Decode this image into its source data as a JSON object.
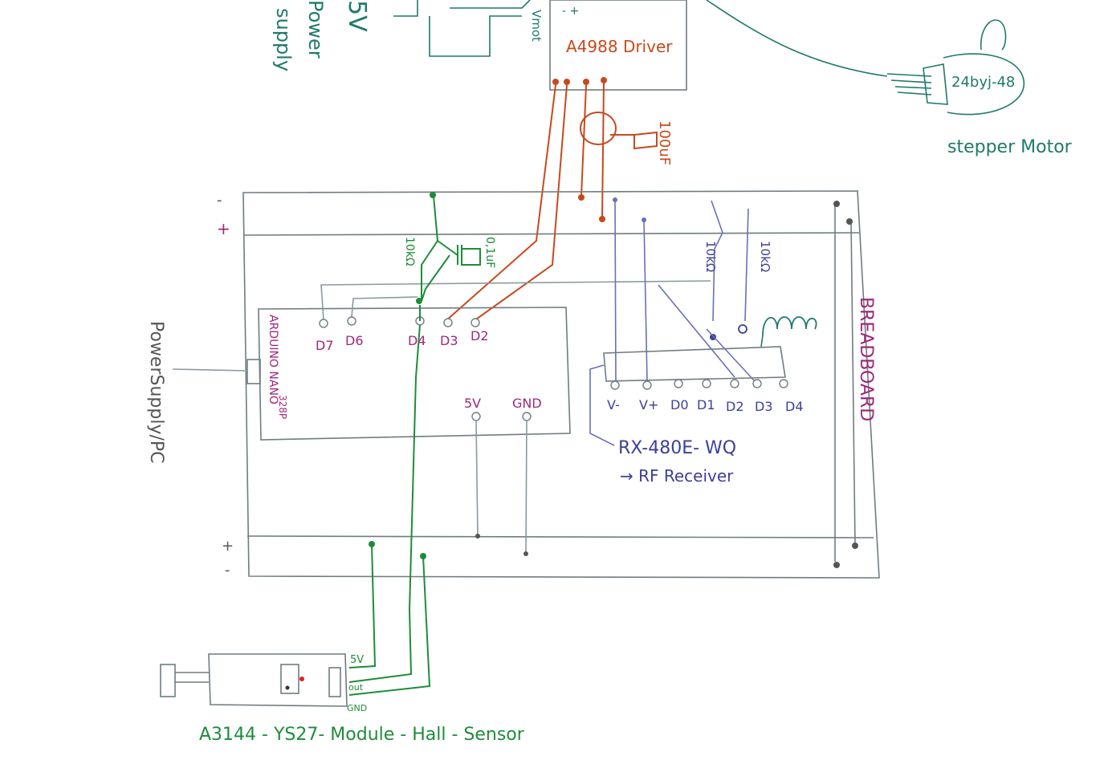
{
  "power_supply_5v": {
    "line1": "5V",
    "line2": "Power",
    "line3": "supply"
  },
  "driver": {
    "label": "A4988 Driver",
    "vmot_label": "Vmot",
    "polarity": "- +"
  },
  "motor": {
    "label": "stepper Motor",
    "model": "24byj-48"
  },
  "capacitor_100uf": {
    "label": "100uF"
  },
  "breadboard": {
    "label": "BREADBOARD",
    "rail_top_minus": "-",
    "rail_top_plus": "+",
    "rail_bottom_plus": "+",
    "rail_bottom_minus": "-"
  },
  "arduino": {
    "label_line1": "ARDUINO NANO",
    "label_line2": "328P",
    "pins": [
      "D7",
      "D6",
      "D4",
      "D3",
      "D2"
    ],
    "power_pins": [
      "5V",
      "GND"
    ]
  },
  "pc_power": {
    "label": "PowerSupply/PC"
  },
  "button_section": {
    "resistor_label": "10kΩ",
    "capacitor_label": "0,1uF"
  },
  "rf_section": {
    "resistor1_label": "10kΩ",
    "resistor2_label": "10kΩ"
  },
  "rf_receiver": {
    "pins": [
      "V-",
      "V+",
      "D0",
      "D1",
      "D2",
      "D3",
      "D4"
    ],
    "name": "RX-480E- WQ",
    "subtitle": "→ RF Receiver"
  },
  "hall_sensor": {
    "pin_5v": "5V",
    "pin_out": "out",
    "pin_gnd": "GND",
    "label": "A3144 - YS27- Module - Hall - Sensor"
  },
  "colors": {
    "teal": "#1f7a6a",
    "green": "#1e8c3a",
    "orange": "#c8491c",
    "magenta": "#a0287a",
    "blue": "#3b3f9a"
  }
}
